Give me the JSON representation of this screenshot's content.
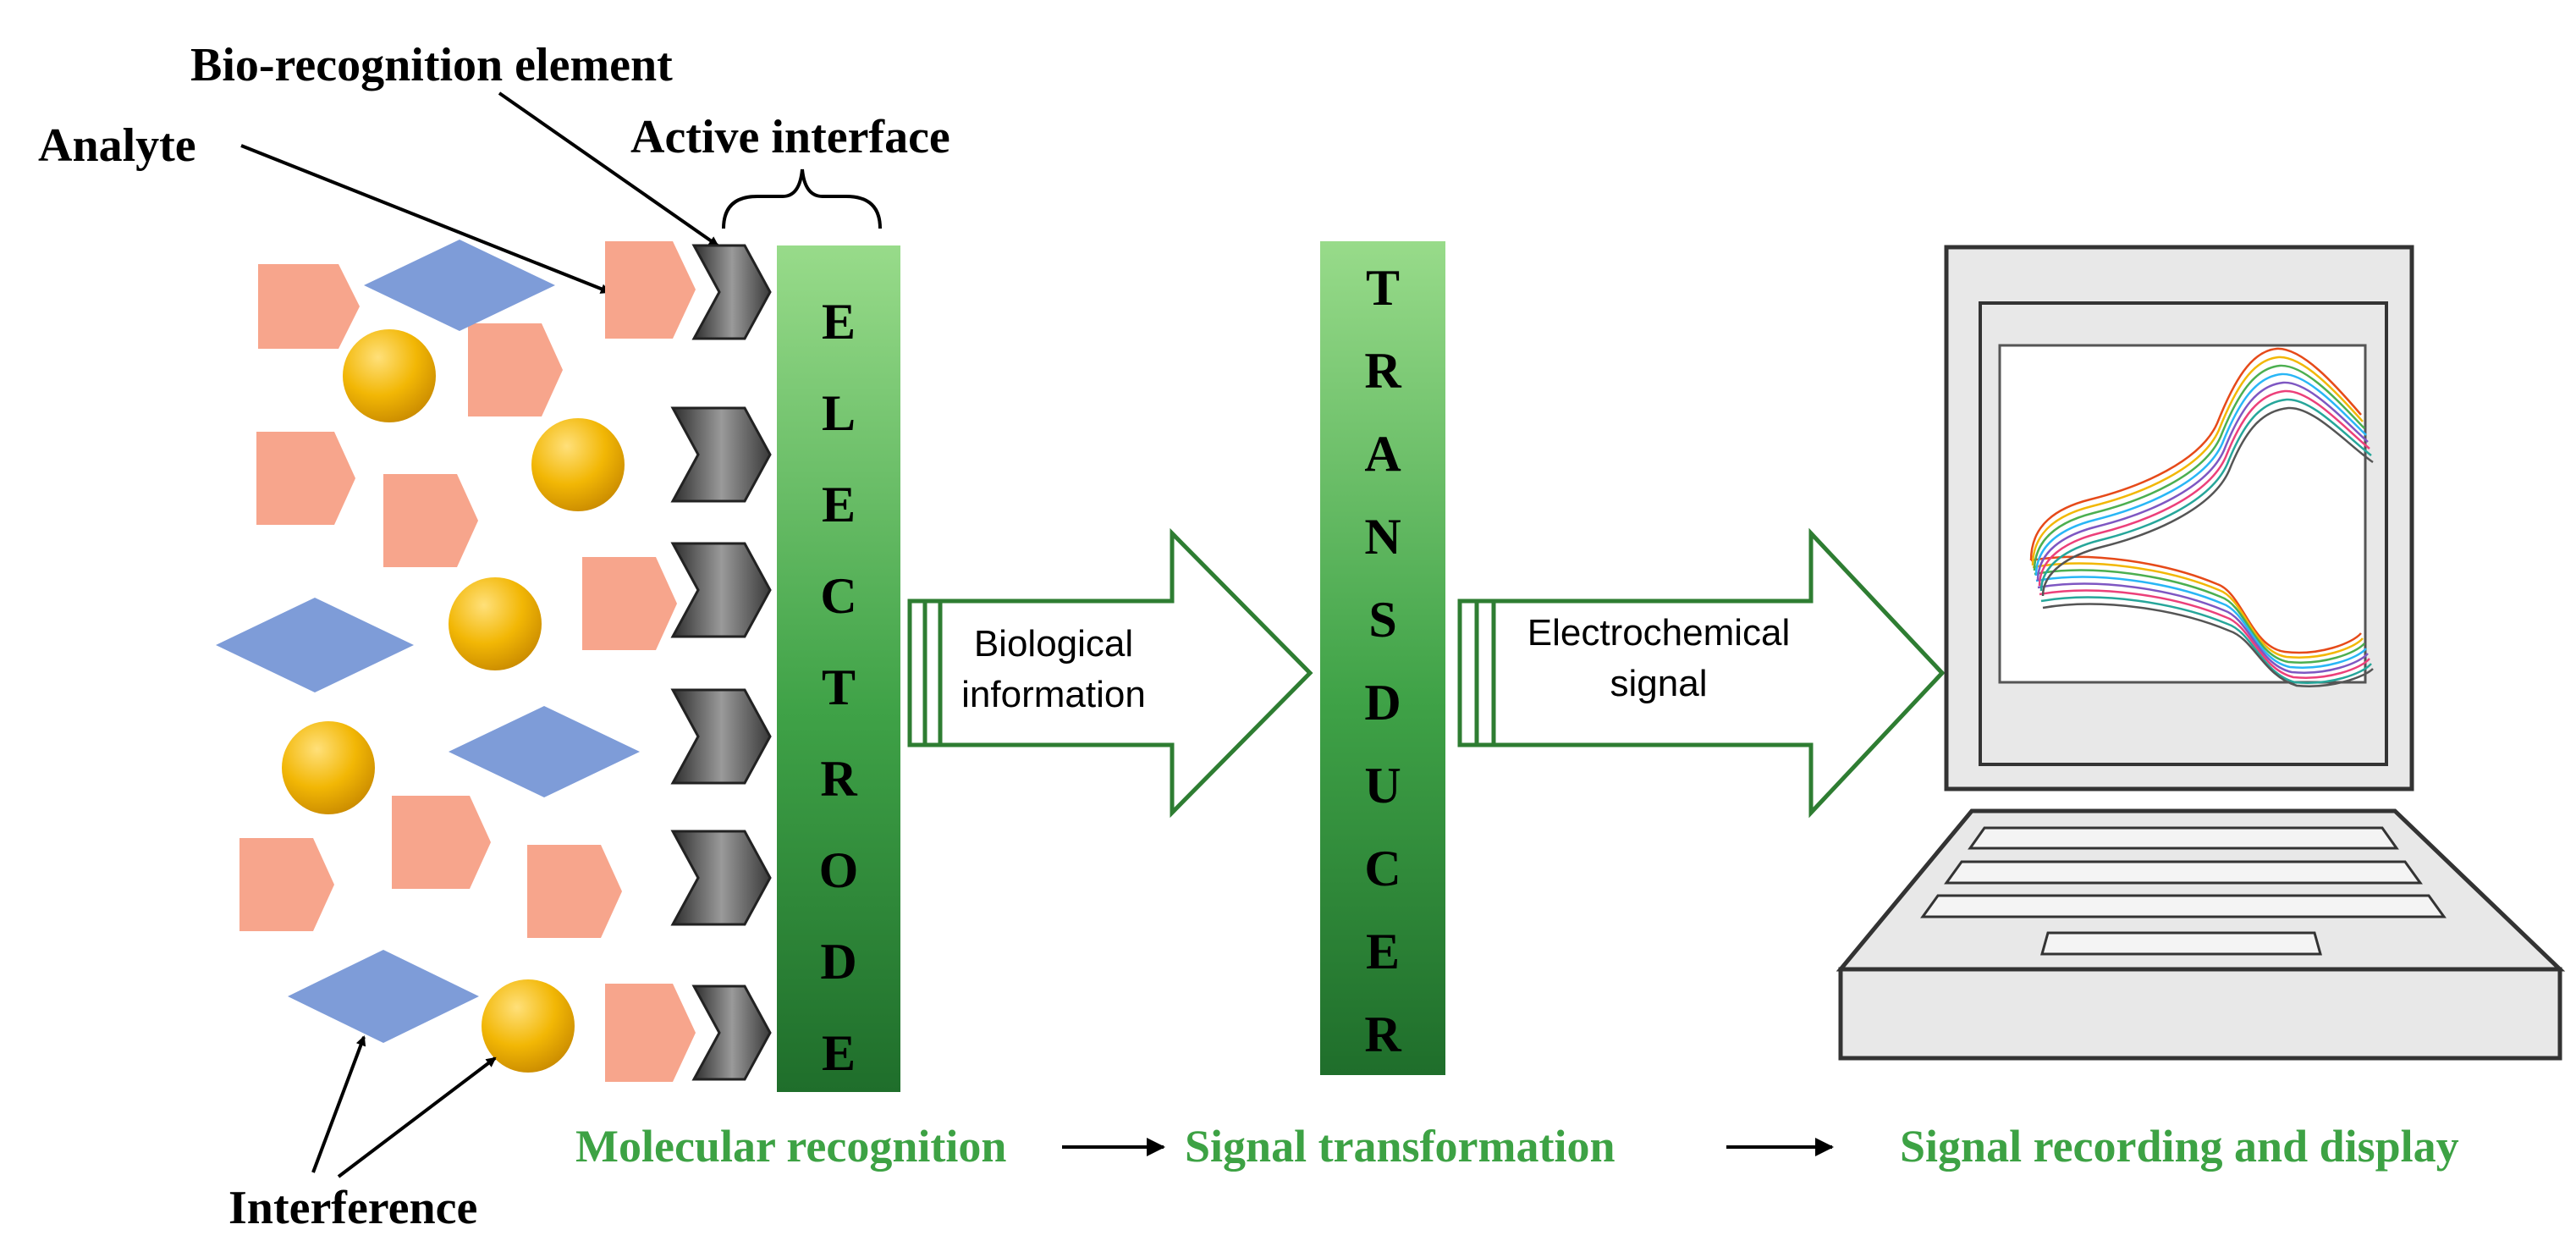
{
  "labels": {
    "bio_recognition": "Bio-recognition element",
    "active_interface": "Active interface",
    "analyte": "Analyte",
    "interference": "Interference"
  },
  "electrode": {
    "letters": [
      "E",
      "L",
      "E",
      "C",
      "T",
      "R",
      "O",
      "D",
      "E"
    ]
  },
  "transducer": {
    "letters": [
      "T",
      "R",
      "A",
      "N",
      "S",
      "D",
      "U",
      "C",
      "E",
      "R"
    ]
  },
  "arrow1": {
    "line1": "Biological",
    "line2": "information"
  },
  "arrow2": {
    "line1": "Electrochemical",
    "line2": "signal"
  },
  "stages": {
    "stage1": "Molecular recognition",
    "stage2": "Signal transformation",
    "stage3": "Signal recording and display"
  },
  "colors": {
    "analyte": "#F7A58C",
    "interference_diamond": "#7E9CD8",
    "interference_circle": "#F2B705",
    "recognition_element": "#4A4A4A",
    "green_dark": "#1F6E2B",
    "green_light": "#8BD47E",
    "stage_text": "#3DA244"
  },
  "icons": {
    "analyte_shape": "pentagon-arrow",
    "interference_shapes": [
      "diamond",
      "circle"
    ],
    "recognition_shape": "chevron",
    "display": "laptop-icon"
  }
}
